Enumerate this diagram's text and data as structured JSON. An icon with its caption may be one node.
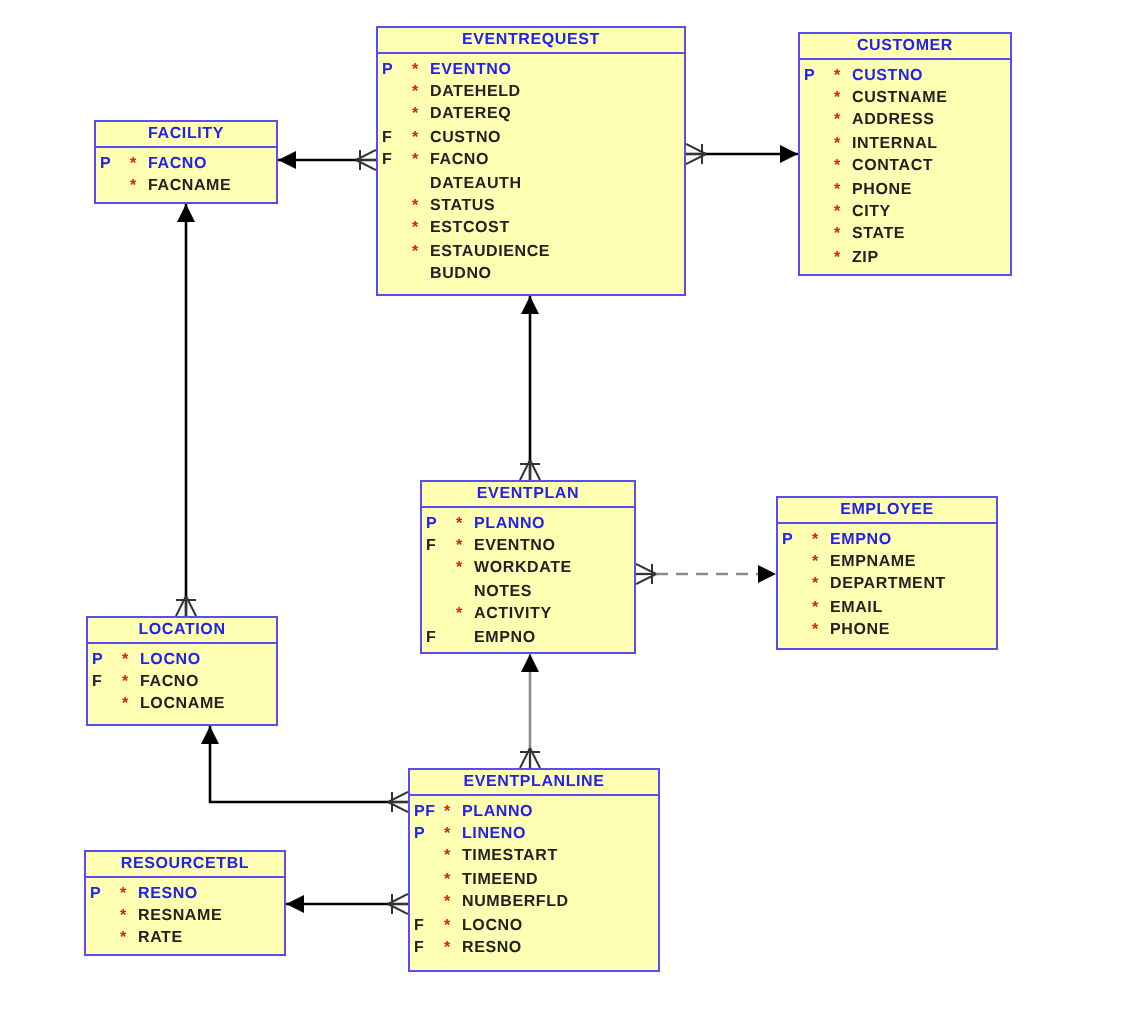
{
  "diagram": {
    "nodes": [
      {
        "text": [
          "EVENTREQUEST",
          "P * EVENTNO",
          "* DATEHELD",
          "* DATEREQ",
          "F * CUSTNO",
          "F * FACNO",
          "DATEAUTH",
          "* STATUS",
          "* ESTCOST",
          "* ESTAUDIENCE",
          "BUDNO"
        ]
      },
      {
        "text": [
          "CUSTOMER",
          "P * CUSTNO",
          "* CUSTNAME",
          "* ADDRESS",
          "* INTERNAL",
          "* CONTACT",
          "* PHONE",
          "* CITY",
          "* STATE",
          "* ZIP"
        ]
      },
      {
        "text": [
          "FACILITY",
          "P * FACNO",
          "* FACNAME"
        ]
      },
      {
        "text": [
          "EVENTPLAN",
          "P * PLANNO",
          "F * EVENTNO",
          "* WORKDATE",
          "NOTES",
          "* ACTIVITY",
          "F EMPNO"
        ]
      },
      {
        "text": [
          "EMPLOYEE",
          "P * EMPNO",
          "* EMPNAME",
          "* DEPARTMENT",
          "* EMAIL",
          "* PHONE"
        ]
      },
      {
        "text": [
          "LOCATION",
          "P * LOCNO",
          "F * FACNO",
          "* LOCNAME"
        ]
      },
      {
        "text": [
          "EVENTPLANLINE",
          "PF * PLANNO",
          "P * LINENO",
          "* TIMESTART",
          "* TIMEEND",
          "* NUMBERFLD",
          "F * LOCNO",
          "F * RESNO"
        ]
      },
      {
        "text": [
          "RESOURCETBL",
          "P * RESNO",
          "* RESNAME",
          "* RATE"
        ]
      }
    ],
    "edges": [
      {
        "from": 0,
        "to": 2,
        "arrow": "to"
      },
      {
        "from": 0,
        "to": 1,
        "arrow": "to"
      },
      {
        "from": 3,
        "to": 0,
        "arrow": "to"
      },
      {
        "from": 3,
        "to": 4,
        "arrow": "to",
        "style": "dashed",
        "color": "#8c8c8c"
      },
      {
        "from": 5,
        "to": 2,
        "arrow": "to"
      },
      {
        "from": 6,
        "to": 3,
        "arrow": "to",
        "color": "#8c8c8c"
      },
      {
        "from": 6,
        "to": 5,
        "arrow": "to"
      },
      {
        "from": 6,
        "to": 7,
        "arrow": "to"
      }
    ]
  }
}
